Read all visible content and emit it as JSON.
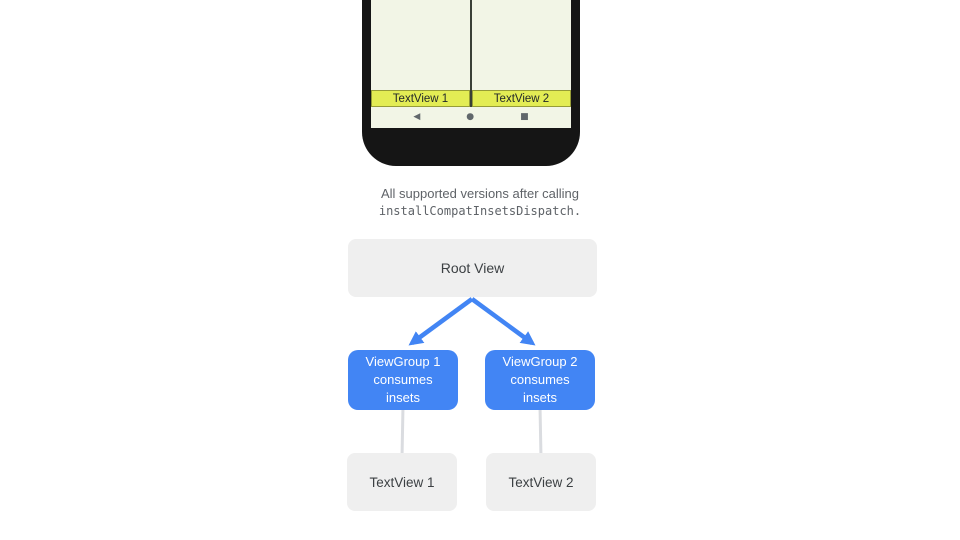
{
  "phone": {
    "screen": {
      "textview1": "TextView 1",
      "textview2": "TextView 2"
    },
    "nav": {
      "back": "◀",
      "home": "●",
      "recents": "■"
    }
  },
  "caption": {
    "line1": "All supported versions after calling",
    "code": "installCompatInsetsDispatch",
    "suffix": "."
  },
  "diagram": {
    "root_label": "Root View",
    "vg1": [
      "ViewGroup 1",
      "consumes",
      "insets"
    ],
    "vg2": [
      "ViewGroup 2",
      "consumes",
      "insets"
    ],
    "tv1": "TextView 1",
    "tv2": "TextView 2"
  },
  "colors": {
    "accent_blue": "#4285f4",
    "node_gray": "#efefef",
    "lime_bar": "#e3ec54",
    "screen_bg": "#f2f5e6",
    "text_dark": "#3c4043",
    "text_gray": "#5f6368",
    "connector_gray": "#dadce0"
  }
}
